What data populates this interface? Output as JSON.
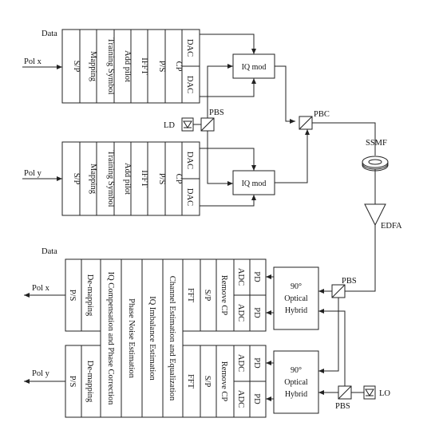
{
  "labels": {
    "data_top": "Data",
    "data_bottom": "Data",
    "pol_x_in": "Pol x",
    "pol_y_in": "Pol y",
    "pol_x_out": "Pol x",
    "pol_y_out": "Pol y",
    "ld": "LD",
    "lo": "LO",
    "pbs_tx": "PBS",
    "pbs_rx_top": "PBS",
    "pbs_rx_bottom": "PBS",
    "pbc": "PBC",
    "ssmf": "SSMF",
    "edfa": "EDFA"
  },
  "tx_chain": [
    "S/P",
    "Mapping",
    "Training Symbol",
    "Add pilot",
    "IFFT",
    "P/S",
    "CP"
  ],
  "dac": "DAC",
  "iq_mod": "IQ mod",
  "rx_chain": [
    "P/S",
    "De-mapping",
    "IQ Compensation and Phase Correction",
    "Phase Noise Estimation",
    "IQ Imbalance Estimation",
    "Channel Estimation and Equalization",
    "FFT",
    "S/P",
    "Remove CP"
  ],
  "adc": "ADC",
  "pd": "PD",
  "hybrid": {
    "line1": "90°",
    "line2": "Optical",
    "line3": "Hybrid"
  }
}
